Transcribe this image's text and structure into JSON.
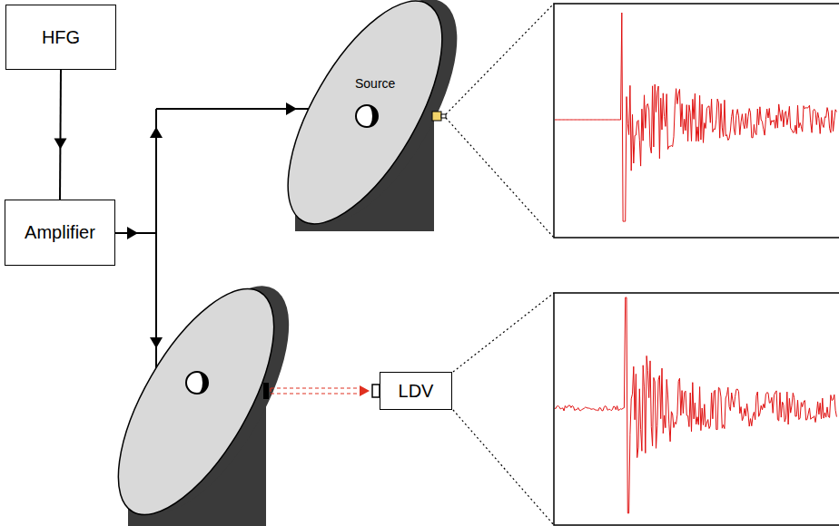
{
  "diagram": {
    "nodes": [
      {
        "text": [
          "HFG"
        ]
      },
      {
        "text": [
          "Amplifier"
        ]
      },
      {
        "text": [
          "LDV"
        ]
      }
    ],
    "edges": [
      {
        "from": 0,
        "to": 1,
        "arrow": "to"
      }
    ],
    "labels": [
      "Source"
    ]
  }
}
